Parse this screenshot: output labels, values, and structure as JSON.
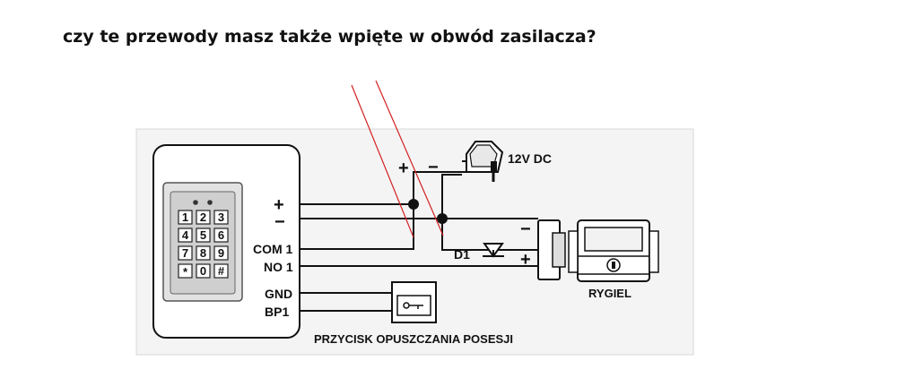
{
  "question": "czy te przewody masz także wpięte w obwód zasilacza?",
  "diagram": {
    "keypad_keys": [
      "1",
      "2",
      "3",
      "4",
      "5",
      "6",
      "7",
      "8",
      "9",
      "*",
      "0",
      "#"
    ],
    "terminal_plus": "+",
    "terminal_minus": "−",
    "terminal_com": "COM 1",
    "terminal_no": "NO 1",
    "terminal_gnd": "GND",
    "terminal_bp": "BP1",
    "psu_plus": "+",
    "psu_minus": "−",
    "psu_label": "12V DC",
    "diode_label": "D1",
    "lock_minus": "−",
    "lock_plus": "+",
    "lock_label": "RYGIEL",
    "button_label": "PRZYCISK OPUSZCZANIA POSESJI"
  },
  "colors": {
    "annotation_line": "#d42020",
    "wire": "#111111",
    "frame_bg": "#f4f4f4"
  }
}
